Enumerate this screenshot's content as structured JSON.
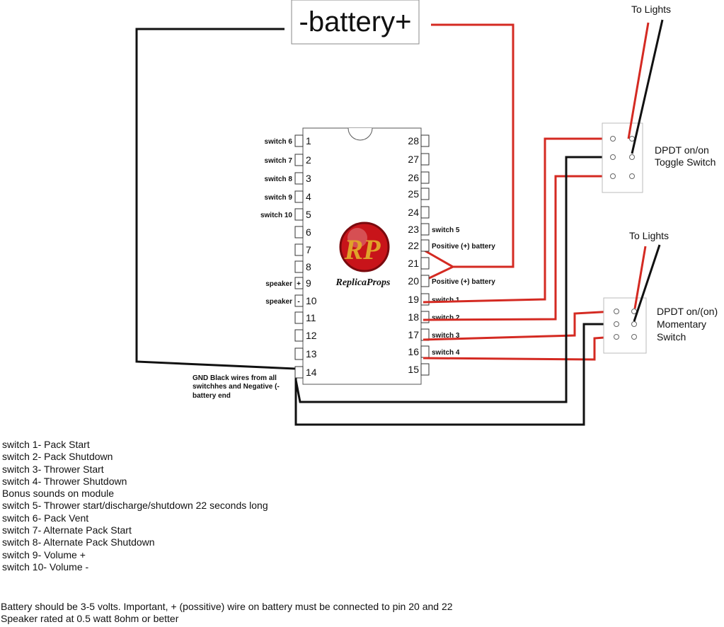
{
  "battery_label": "-battery+",
  "to_lights_top": "To Lights",
  "to_lights_bottom": "To Lights",
  "toggle_switch": {
    "line1": "DPDT on/on",
    "line2": "Toggle Switch"
  },
  "momentary_switch": {
    "line1": "DPDT on/(on)",
    "line2": "Momentary",
    "line3": "Switch"
  },
  "chip": {
    "left_pins": [
      "1",
      "2",
      "3",
      "4",
      "5",
      "6",
      "7",
      "8",
      "9",
      "10",
      "11",
      "12",
      "13",
      "14"
    ],
    "right_pins": [
      "28",
      "27",
      "26",
      "25",
      "24",
      "23",
      "22",
      "21",
      "20",
      "19",
      "18",
      "17",
      "16",
      "15"
    ],
    "left_labels": [
      "switch 6",
      "switch 7",
      "switch 8",
      "switch 9",
      "switch 10",
      "",
      "",
      "",
      "speaker",
      "speaker",
      "",
      "",
      "",
      ""
    ],
    "left_marks": [
      "",
      "",
      "",
      "",
      "",
      "",
      "",
      "",
      "+",
      "-",
      "",
      "",
      "",
      ""
    ],
    "right_labels": [
      "",
      "",
      "",
      "",
      "",
      "switch 5",
      "Positive (+) battery",
      "",
      "Positive (+) battery",
      "switch 1",
      "switch 2",
      "switch 3",
      "switch 4",
      ""
    ],
    "logo_initials": "RP",
    "logo_text": "ReplicaProps"
  },
  "gnd_note": [
    "GND Black wires from all",
    "switchhes and Negative (-",
    "battery end"
  ],
  "legend": [
    "switch 1- Pack Start",
    "switch 2- Pack Shutdown",
    "switch 3- Thrower Start",
    "switch 4- Thrower Shutdown",
    "Bonus sounds on module",
    "switch 5- Thrower start/discharge/shutdown 22 seconds long",
    "switch 6- Pack Vent",
    "switch 7- Alternate Pack Start",
    "switch 8- Alternate Pack Shutdown",
    "switch 9- Volume +",
    "switch 10- Volume -"
  ],
  "notes": [
    "Battery should be 3-5 volts. Important, + (possitive) wire on battery must be connected to pin 20 and 22",
    "Speaker rated at 0.5 watt 8ohm or better"
  ],
  "colors": {
    "red_wire": "#d42a22",
    "black_wire": "#111111",
    "logo_red": "#c8141a",
    "logo_gold": "#e0a22a"
  }
}
